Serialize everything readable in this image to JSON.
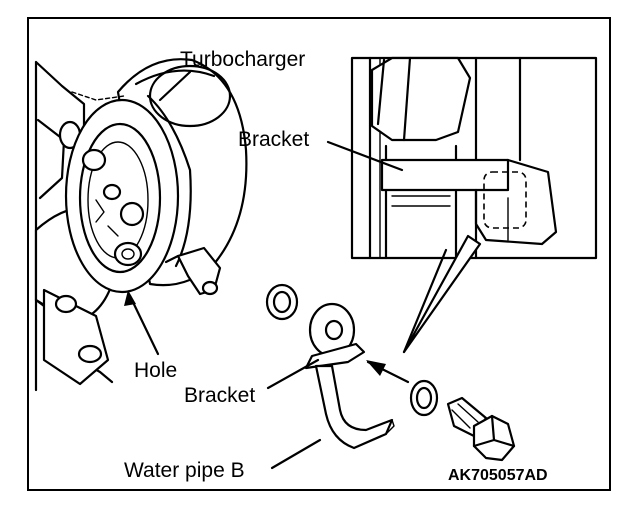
{
  "labels": {
    "turbocharger": "Turbocharger",
    "bracket_detail": "Bracket",
    "hole": "Hole",
    "bracket_pipe": "Bracket",
    "water_pipe_b": "Water pipe B"
  },
  "figure_code": "AK705057AD"
}
